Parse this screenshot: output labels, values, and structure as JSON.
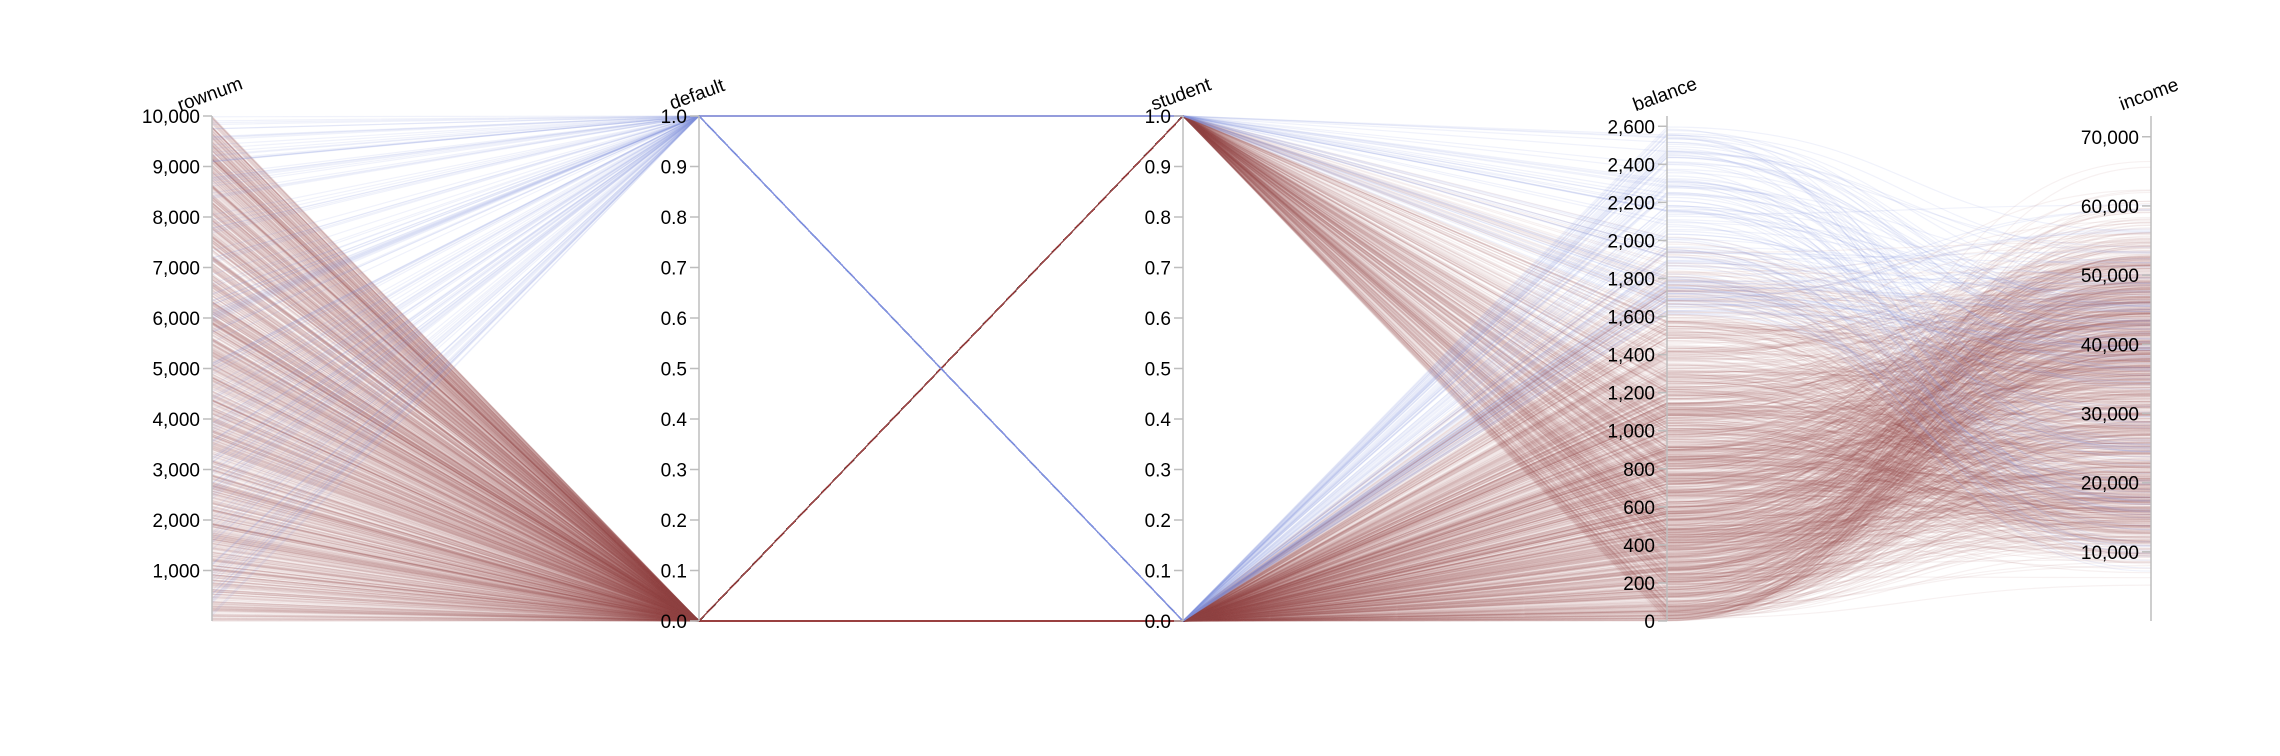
{
  "chart_data": {
    "type": "parallel-coordinates",
    "axes": [
      {
        "name": "rownum",
        "ticks": [
          "10,000",
          "9,000",
          "8,000",
          "7,000",
          "6,000",
          "5,000",
          "4,000",
          "3,000",
          "2,000",
          "1,000"
        ],
        "tick_values": [
          10000,
          9000,
          8000,
          7000,
          6000,
          5000,
          4000,
          3000,
          2000,
          1000
        ],
        "range": [
          0,
          10000
        ]
      },
      {
        "name": "default",
        "ticks": [
          "1.0",
          "0.9",
          "0.8",
          "0.7",
          "0.6",
          "0.5",
          "0.4",
          "0.3",
          "0.2",
          "0.1",
          "0.0"
        ],
        "tick_values": [
          1.0,
          0.9,
          0.8,
          0.7,
          0.6,
          0.5,
          0.4,
          0.3,
          0.2,
          0.1,
          0.0
        ],
        "range": [
          0,
          1
        ]
      },
      {
        "name": "student",
        "ticks": [
          "1.0",
          "0.9",
          "0.8",
          "0.7",
          "0.6",
          "0.5",
          "0.4",
          "0.3",
          "0.2",
          "0.1",
          "0.0"
        ],
        "tick_values": [
          1.0,
          0.9,
          0.8,
          0.7,
          0.6,
          0.5,
          0.4,
          0.3,
          0.2,
          0.1,
          0.0
        ],
        "range": [
          0,
          1
        ]
      },
      {
        "name": "balance",
        "ticks": [
          "2,600",
          "2,400",
          "2,200",
          "2,000",
          "1,800",
          "1,600",
          "1,400",
          "1,200",
          "1,000",
          "800",
          "600",
          "400",
          "200",
          "0"
        ],
        "tick_values": [
          2600,
          2400,
          2200,
          2000,
          1800,
          1600,
          1400,
          1200,
          1000,
          800,
          600,
          400,
          200,
          0
        ],
        "range": [
          0,
          2654
        ]
      },
      {
        "name": "income",
        "ticks": [
          "70,000",
          "60,000",
          "50,000",
          "40,000",
          "30,000",
          "20,000",
          "10,000"
        ],
        "tick_values": [
          70000,
          60000,
          50000,
          40000,
          30000,
          20000,
          10000
        ],
        "range": [
          0,
          73000
        ]
      }
    ],
    "series": [
      {
        "class": "non-default",
        "color": "#9b5050"
      },
      {
        "class": "default",
        "color": "#8190e2"
      }
    ]
  }
}
